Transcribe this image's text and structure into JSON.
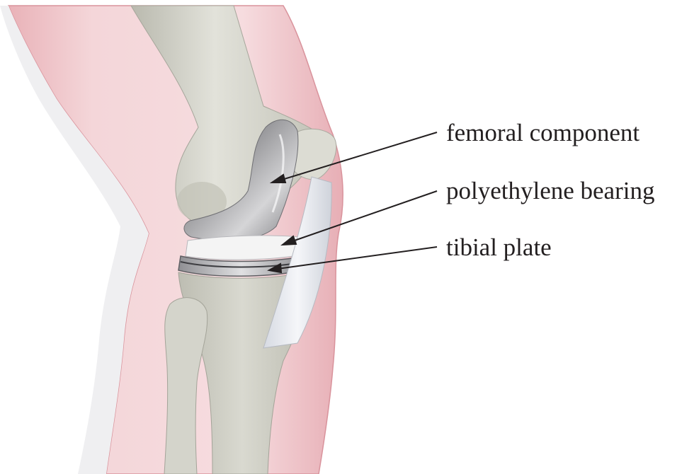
{
  "labels": {
    "femoral": "femoral component",
    "bearing": "polyethylene bearing",
    "tibial": "tibial plate"
  },
  "colors": {
    "skin_outer": "#e8b7bd",
    "skin_inner": "#f6dfe1",
    "bone": "#cdcdc3",
    "bone_light": "#e6e6de",
    "metal": "#b9b9bb",
    "polyethylene": "#f3f3f3",
    "ligament": "#e4e7ec",
    "text": "#231f20"
  }
}
